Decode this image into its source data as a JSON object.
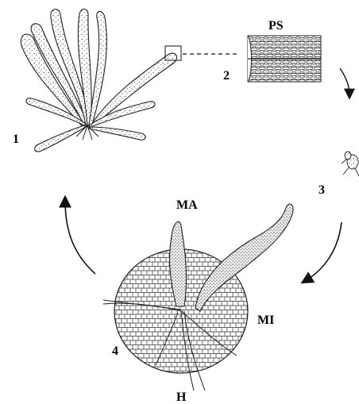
{
  "labels": {
    "stage1": "1",
    "stage2": "2",
    "stage3": "3",
    "stage4": "4",
    "ps": "PS",
    "ma": "MA",
    "mi": "MI",
    "h": "H"
  },
  "colors": {
    "ink": "#111111",
    "paper": "#ffffff",
    "stipple": "#444444"
  }
}
